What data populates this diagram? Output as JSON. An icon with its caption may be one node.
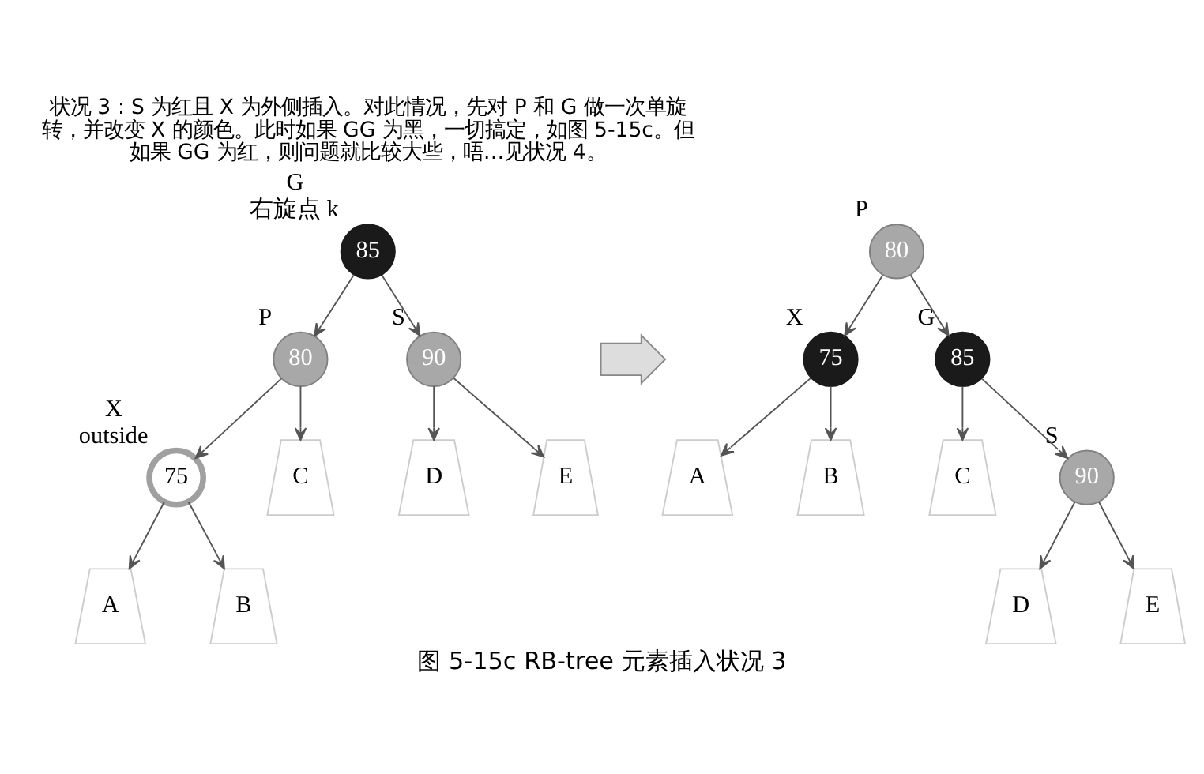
{
  "diagram": {
    "caption": "图 5-15c RB-tree 元素插入状况 3",
    "nodes": [
      {
        "text": [
          "85"
        ],
        "beside": [
          "G",
          "右旋点 k"
        ]
      },
      {
        "text": [
          "80"
        ],
        "beside": [
          "P"
        ]
      },
      {
        "text": [
          "90"
        ],
        "beside": [
          "S"
        ]
      },
      {
        "text": [
          "75"
        ],
        "beside": [
          "X",
          "outside"
        ]
      },
      {
        "text": [
          "C"
        ]
      },
      {
        "text": [
          "D"
        ]
      },
      {
        "text": [
          "E"
        ]
      },
      {
        "text": [
          "A"
        ]
      },
      {
        "text": [
          "B"
        ]
      },
      {
        "text": [],
        "shape": "arrow"
      },
      {
        "text": [
          "80"
        ],
        "beside": [
          "P"
        ]
      },
      {
        "text": [
          "75"
        ],
        "beside": [
          "X"
        ]
      },
      {
        "text": [
          "85"
        ],
        "beside": [
          "G"
        ]
      },
      {
        "text": [
          "A"
        ]
      },
      {
        "text": [
          "B"
        ]
      },
      {
        "text": [
          "C"
        ]
      },
      {
        "text": [
          "90"
        ],
        "beside": [
          "S"
        ]
      },
      {
        "text": [
          "D"
        ]
      },
      {
        "text": [
          "E"
        ]
      }
    ],
    "edges": [
      {
        "from": 0,
        "to": 1,
        "arrow": "to"
      },
      {
        "from": 0,
        "to": 2,
        "arrow": "to"
      },
      {
        "from": 1,
        "to": 3,
        "arrow": "to"
      },
      {
        "from": 1,
        "to": 4,
        "arrow": "to"
      },
      {
        "from": 2,
        "to": 5,
        "arrow": "to"
      },
      {
        "from": 2,
        "to": 6,
        "arrow": "to"
      },
      {
        "from": 3,
        "to": 7,
        "arrow": "to"
      },
      {
        "from": 3,
        "to": 8,
        "arrow": "to"
      },
      {
        "from": 10,
        "to": 11,
        "arrow": "to"
      },
      {
        "from": 10,
        "to": 12,
        "arrow": "to"
      },
      {
        "from": 11,
        "to": 13,
        "arrow": "to"
      },
      {
        "from": 11,
        "to": 14,
        "arrow": "to"
      },
      {
        "from": 12,
        "to": 15,
        "arrow": "to"
      },
      {
        "from": 12,
        "to": 16,
        "arrow": "to"
      },
      {
        "from": 16,
        "to": 17,
        "arrow": "to"
      },
      {
        "from": 16,
        "to": 18,
        "arrow": "to"
      }
    ],
    "labels": [
      "状况 3：S 为红且 X 为外侧插入。对此情况，先对 P 和 G 做一次单旋转，并改变 X 的颜色。此时如果 GG 为黑，一切搞定，如图 5-15c。但如果 GG 为红，则问题就比较大些，唔…见状况 4。"
    ]
  }
}
